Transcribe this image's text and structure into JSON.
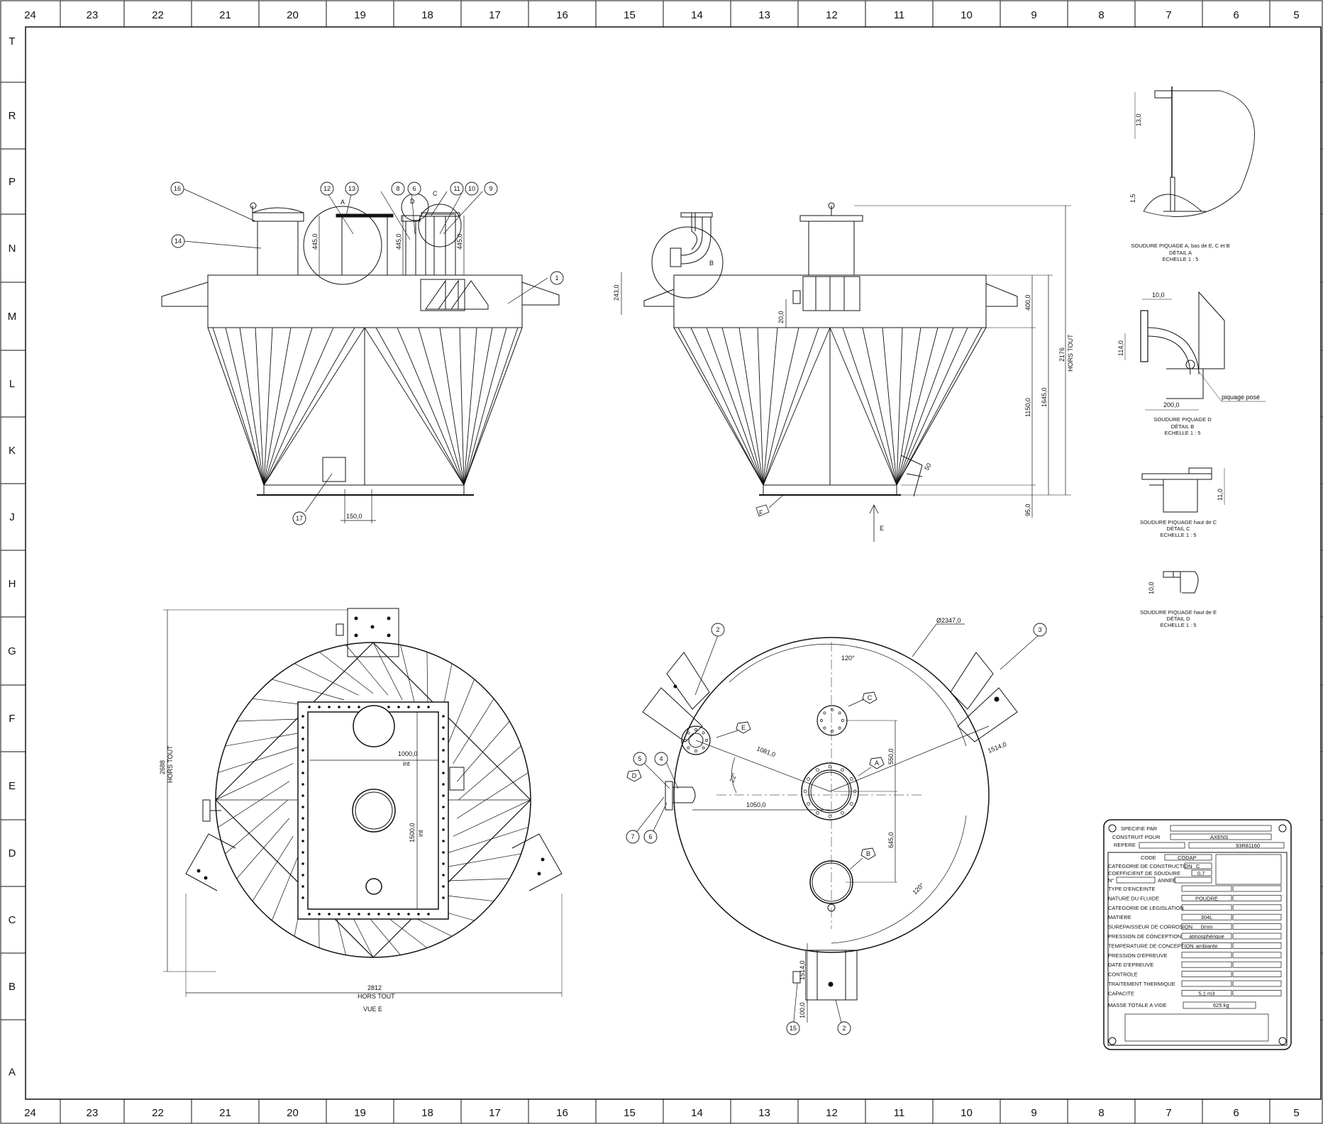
{
  "border": {
    "columns": [
      "24",
      "23",
      "22",
      "21",
      "20",
      "19",
      "18",
      "17",
      "16",
      "15",
      "14",
      "13",
      "12",
      "11",
      "10",
      "9",
      "8",
      "7",
      "6",
      "5"
    ],
    "rows": [
      "T",
      "R",
      "P",
      "N",
      "M",
      "L",
      "K",
      "J",
      "H",
      "G",
      "F",
      "E",
      "D",
      "C",
      "B",
      "A"
    ]
  },
  "front_view": {
    "dims": {
      "d_445_a": "445,0",
      "d_445_b": "445,0",
      "d_445_c": "445,0",
      "d_150": "150,0"
    },
    "detail_letters": {
      "a": "A",
      "c": "C",
      "d": "D"
    },
    "balloons": [
      "16",
      "14",
      "12",
      "13",
      "8",
      "6",
      "11",
      "10",
      "9",
      "1",
      "17"
    ]
  },
  "side_view": {
    "dims": {
      "d_243": "243,0",
      "d_20": "20,0",
      "d_400": "400,0",
      "d_1150": "1150,0",
      "d_1645": "1645,0",
      "d_2176": "2176",
      "hors_tout": "HORS TOUT",
      "d_95": "95,0",
      "d_50": "50"
    },
    "detail_letter_b": "B",
    "section_letter": "E",
    "flag": "F"
  },
  "view_e": {
    "dims": {
      "d_1000": "1000,0",
      "int_a": "int",
      "d_1500": "1500,0",
      "int_b": "int",
      "d_2688": "2688",
      "hors_tout_v": "HORS TOUT",
      "d_2812": "2812",
      "hors_tout_h": "HORS TOUT"
    },
    "caption": "VUE E"
  },
  "top_view": {
    "dims": {
      "diameter": "Ø2347,0",
      "angle_120_a": "120°",
      "angle_120_b": "120°",
      "d_1081": "1081,0",
      "d_22": "22°",
      "d_1050": "1050,0",
      "d_550": "550,0",
      "d_645": "645,0",
      "d_1514_a": "1514,0",
      "d_1514_b": "1514,0",
      "d_100": "100,0"
    },
    "balloons": [
      "2",
      "3",
      "5",
      "4",
      "7",
      "6",
      "15",
      "2"
    ],
    "flags": {
      "c": "C",
      "e": "E",
      "a": "A",
      "b": "B",
      "d": "D"
    }
  },
  "details": {
    "a": {
      "dim_13": "13,0",
      "dim_15": "1,5",
      "line1": "SOUDURE PIQUAGE A, bas de E, C et B",
      "line2": "DÉTAIL A",
      "line3": "ECHELLE 1 : 5"
    },
    "b": {
      "dim_10": "10,0",
      "dim_114": "114,0",
      "dim_200": "200,0",
      "note": "piquage posé",
      "line1": "SOUDURE PIQUAGE D",
      "line2": "DÉTAIL B",
      "line3": "ECHELLE 1 : 5"
    },
    "c": {
      "dim_11": "11,0",
      "line1": "SOUDURE PIQUAGE haut de C",
      "line2": "DÉTAIL C",
      "line3": "ECHELLE 1 : 5"
    },
    "d": {
      "dim_10": "10,0",
      "line1": "SOUDURE PIQUAGE haut de E",
      "line2": "DÉTAIL D",
      "line3": "ECHELLE 1 : 5"
    }
  },
  "nameplate": {
    "specifie_par": "SPECIFIE PAR",
    "construit_pour": "CONSTRUIT POUR",
    "construit_pour_value": "AXENS",
    "repere": "REPERE",
    "repere_value": "93R81160",
    "code": "CODE",
    "code_value": "CODAP",
    "categorie_construction": "CATEGORIE DE CONSTRUCTION",
    "categorie_construction_value": "C",
    "coefficient_soudure": "COEFFICIENT DE SOUDURE",
    "coefficient_soudure_value": "0,7",
    "numero": "N°",
    "annee": "ANNEE",
    "rows": [
      {
        "label": "TYPE D'ENCEINTE",
        "value": ""
      },
      {
        "label": "NATURE DU FLUIDE",
        "value": "POUDRE"
      },
      {
        "label": "CATEGORIE DE LEGISLATION",
        "value": ""
      },
      {
        "label": "MATIERE",
        "value": "304L"
      },
      {
        "label": "SUREPAISSEUR DE CORROSION",
        "value": "0mm"
      },
      {
        "label": "PRESSION DE CONCEPTION",
        "value": "atmosphérique"
      },
      {
        "label": "TEMPERATURE DE CONCEPTION",
        "value": "ambiante"
      },
      {
        "label": "PRESSION D'EPREUVE",
        "value": ""
      },
      {
        "label": "DATE D'EPREUVE",
        "value": ""
      },
      {
        "label": "CONTROLE",
        "value": ""
      },
      {
        "label": "TRAITEMENT THERMIQUE",
        "value": ""
      },
      {
        "label": "CAPACITE",
        "value": "5,1 m3"
      }
    ],
    "masse_label": "MASSE TOTALE A VIDE",
    "masse_value": "625 kg"
  }
}
